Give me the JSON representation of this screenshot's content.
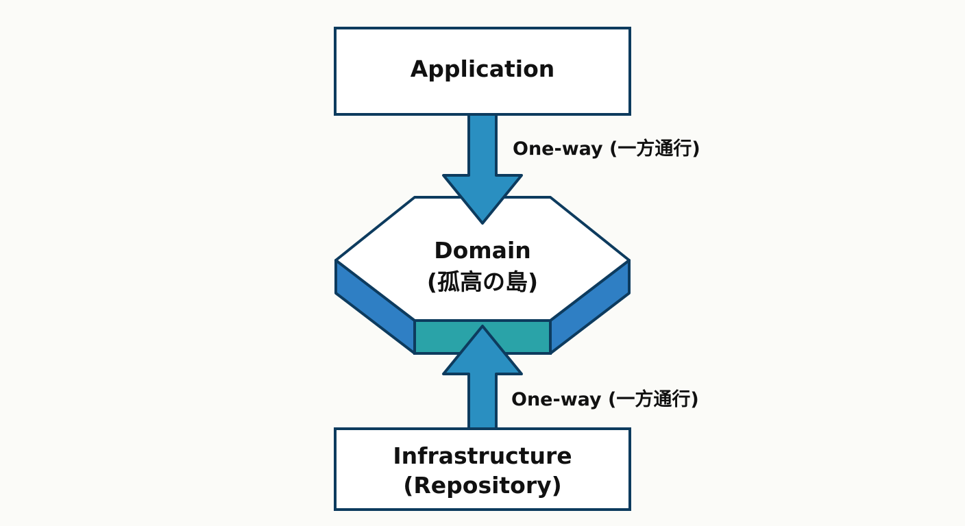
{
  "nodes": {
    "application": {
      "label": "Application"
    },
    "domain": {
      "label_line1": "Domain",
      "label_line2": "(孤高の島)"
    },
    "infrastructure": {
      "label_line1": "Infrastructure",
      "label_line2": "(Repository)"
    }
  },
  "edges": {
    "application_to_domain": {
      "label": "One-way (一方通行)"
    },
    "infrastructure_to_domain": {
      "label": "One-way (一方通行)"
    }
  },
  "colors": {
    "outline": "#0d3b5e",
    "arrow_fill": "#2a8fc1",
    "side_band": "#2f7fc4",
    "bottom_band": "#2aa3a8",
    "box_fill": "#ffffff"
  }
}
